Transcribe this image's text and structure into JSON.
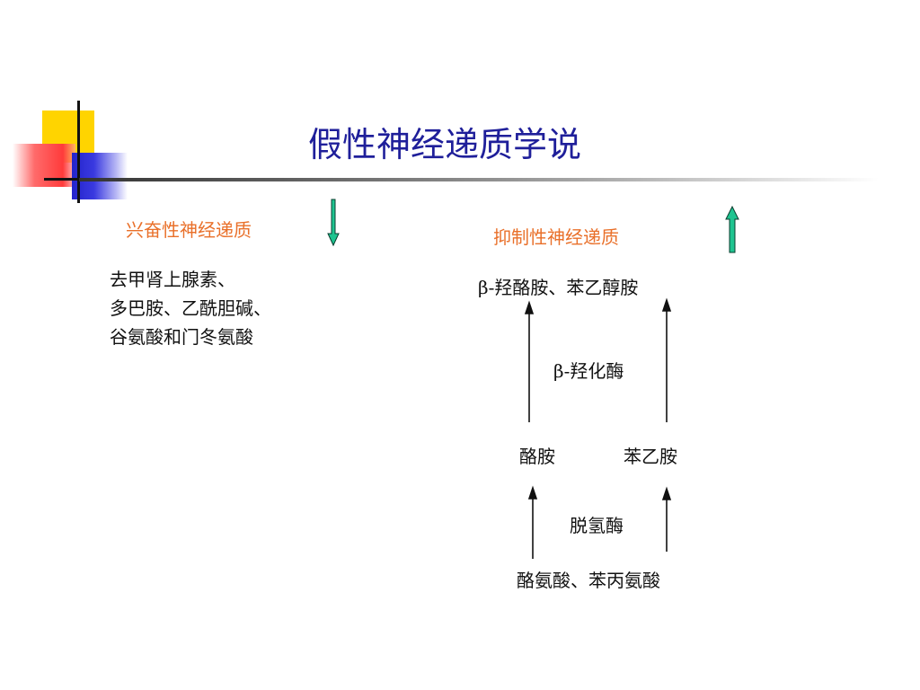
{
  "title": "假性神经递质学说",
  "left_panel": {
    "heading": "兴奋性神经递质",
    "items": "去甲肾上腺素、\n多巴胺、乙酰胆碱、\n谷氨酸和门冬氨酸"
  },
  "right_panel": {
    "heading": "抑制性神经递质",
    "top_products": "β-羟酪胺、苯乙醇胺",
    "enzyme_1": "β-羟化酶",
    "mid_left": "酪胺",
    "mid_right": "苯乙胺",
    "enzyme_2": "脱氢酶",
    "bottom_sources": "酪氨酸、苯丙氨酸"
  },
  "colors": {
    "title": "#1f1f9a",
    "heading": "#e9702a",
    "arrow_fill": "#1fc490",
    "logo_yellow": "#ffd400",
    "logo_red": "#ff3b3b",
    "logo_blue": "#2424cc"
  },
  "icons": {
    "down_arrow": "down-arrow-icon",
    "up_arrow": "up-arrow-icon"
  }
}
